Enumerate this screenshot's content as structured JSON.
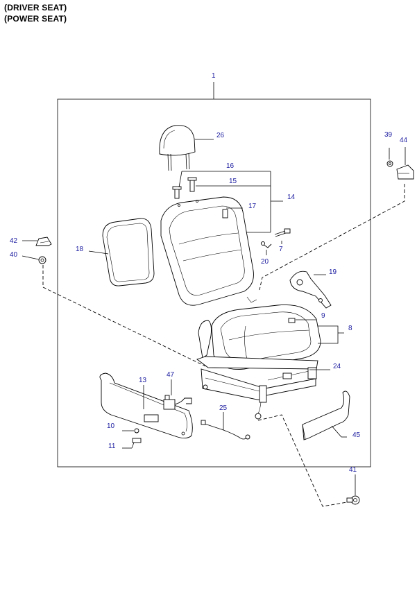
{
  "header": {
    "line1": "(DRIVER SEAT)",
    "line2": "(POWER SEAT)"
  },
  "callouts": {
    "c1": "1",
    "c7": "7",
    "c8": "8",
    "c9": "9",
    "c10": "10",
    "c11": "11",
    "c13": "13",
    "c14": "14",
    "c15": "15",
    "c16": "16",
    "c17": "17",
    "c18": "18",
    "c19": "19",
    "c20": "20",
    "c24": "24",
    "c25": "25",
    "c26": "26",
    "c39": "39",
    "c40": "40",
    "c41": "41",
    "c42": "42",
    "c44": "44",
    "c45": "45",
    "c47": "47"
  },
  "colors": {
    "callout_text": "#1a1aa0",
    "lines": "#000000"
  }
}
